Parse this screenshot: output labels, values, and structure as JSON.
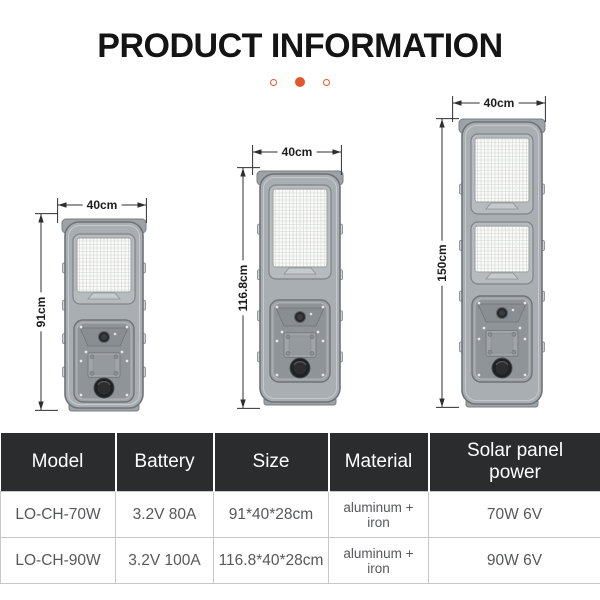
{
  "header": {
    "title": "PRODUCT INFORMATION"
  },
  "colors": {
    "accent": "#e2572b",
    "table_header_bg": "#2b2c2e",
    "table_header_text": "#ffffff",
    "table_cell_text": "#57585a",
    "dimension_line": "#2f2f2f"
  },
  "products": [
    {
      "width_label": "40cm",
      "height_label": "91cm"
    },
    {
      "width_label": "40cm",
      "height_label": "116.8cm"
    },
    {
      "width_label": "40cm",
      "height_label": "150cm"
    }
  ],
  "table": {
    "columns": [
      "Model",
      "Battery",
      "Size",
      "Material",
      "Solar panel power"
    ],
    "rows": [
      [
        "LO-CH-70W",
        "3.2V 80A",
        "91*40*28cm",
        "aluminum + iron",
        "70W 6V"
      ],
      [
        "LO-CH-90W",
        "3.2V 100A",
        "116.8*40*28cm",
        "aluminum + iron",
        "90W 6V"
      ]
    ]
  }
}
